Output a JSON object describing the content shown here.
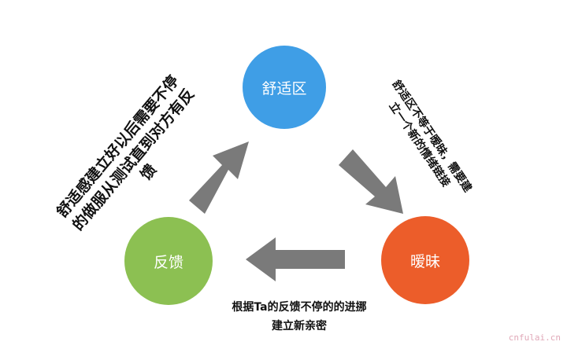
{
  "nodes": {
    "top": "舒适区",
    "right": "暧昧",
    "left": "反馈"
  },
  "colors": {
    "top": "#3f9ee6",
    "right": "#ec5d2a",
    "left": "#8cc052",
    "arrow": "#7a7a7a"
  },
  "left_text": [
    "舒适感建立好以后需要不停",
    "的做服从测试直到对方有反",
    "馈"
  ],
  "right_text": [
    "舒适区不等于暧昧，需要建",
    "立一个新的情绪链接"
  ],
  "bottom_text": [
    "根据Ta的反馈不停的的进挪",
    "建立新亲密"
  ],
  "watermark": "cnfulai.cn"
}
